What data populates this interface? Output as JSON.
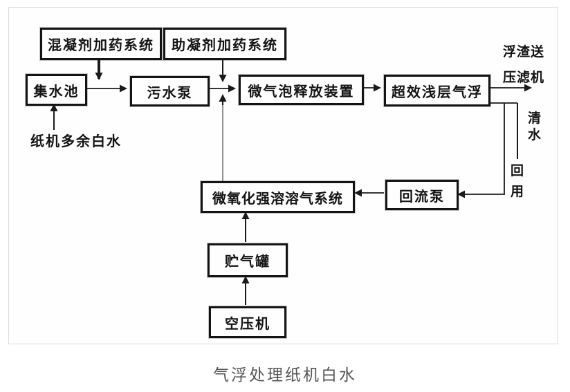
{
  "figure": {
    "caption": "气浮处理纸机白水",
    "nodes": {
      "coagulant_dosing": "混凝剂加药系统",
      "coagulant_aid_dosing": "助凝剂加药系统",
      "collection_tank": "集水池",
      "sewage_pump": "污水泵",
      "bubble_release": "微气泡释放装置",
      "shallow_flotation": "超效浅层气浮",
      "dissolved_air_system": "微氧化强溶溶气系统",
      "return_pump": "回流泵",
      "gas_tank": "贮气罐",
      "air_compressor": "空压机"
    },
    "labels": {
      "white_water_inflow": "纸机多余白水",
      "scum_out_line1": "浮渣送",
      "scum_out_line2": "压滤机",
      "clear_water": "清水",
      "reuse": "回用"
    },
    "edges": [
      {
        "from": "纸机多余白水",
        "to": "集水池"
      },
      {
        "from": "集水池",
        "to": "污水泵"
      },
      {
        "from": "混凝剂加药系统",
        "to": "集水池→污水泵管线"
      },
      {
        "from": "污水泵",
        "to": "微气泡释放装置"
      },
      {
        "from": "助凝剂加药系统",
        "to": "污水泵→微气泡释放装置管线"
      },
      {
        "from": "微氧化强溶溶气系统",
        "to": "污水泵→微气泡释放装置管线"
      },
      {
        "from": "微气泡释放装置",
        "to": "超效浅层气浮"
      },
      {
        "from": "超效浅层气浮",
        "to": "浮渣送压滤机"
      },
      {
        "from": "超效浅层气浮",
        "to": "清水回用"
      },
      {
        "from": "超效浅层气浮",
        "to": "回流泵"
      },
      {
        "from": "回流泵",
        "to": "微氧化强溶溶气系统"
      },
      {
        "from": "贮气罐",
        "to": "微氧化强溶溶气系统"
      },
      {
        "from": "空压机",
        "to": "贮气罐"
      }
    ],
    "colors": {
      "line": "#1a1a1a",
      "box_border": "#141414",
      "caption_text": "#555555",
      "frame_border": "#dcdcdc"
    }
  }
}
